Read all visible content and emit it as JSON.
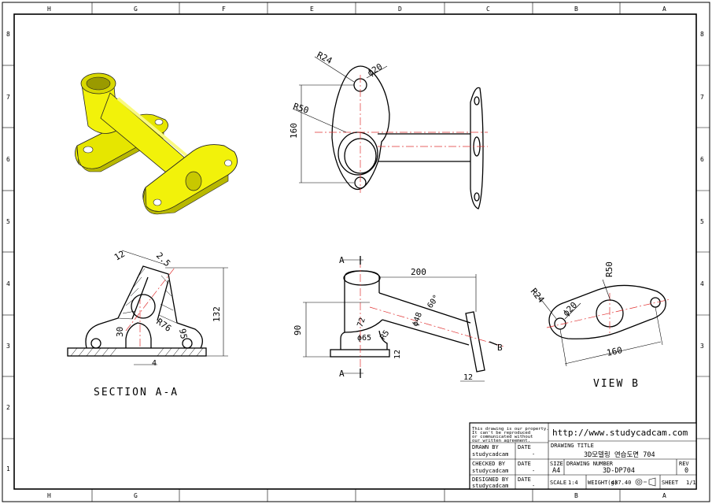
{
  "zones": {
    "columns": [
      "H",
      "G",
      "F",
      "E",
      "D",
      "C",
      "B",
      "A"
    ],
    "rows": [
      "8",
      "7",
      "6",
      "5",
      "4",
      "3",
      "2",
      "1"
    ]
  },
  "views": {
    "section_title": "SECTION A-A",
    "view_b_title": "VIEW B"
  },
  "dimensions": {
    "top_view": {
      "r24": "R24",
      "phi20": "ϕ20",
      "r50": "R50",
      "d160": "160"
    },
    "section": {
      "d12": "12",
      "d25": "2.5",
      "d30": "30",
      "r76": "R76",
      "d95": "95",
      "d4": "4",
      "d132": "132"
    },
    "front": {
      "a_top": "A",
      "a_bottom": "A",
      "d200": "200",
      "d90": "90",
      "r72": "72",
      "phi48": "ϕ48",
      "d60": "60°",
      "phi65": "ϕ65",
      "r5": "R5",
      "d12a": "12",
      "d12b": "12",
      "b_label": "B"
    },
    "view_b": {
      "r24": "R24",
      "phi20": "ϕ20",
      "r50": "R50",
      "d160": "160"
    }
  },
  "title_block": {
    "url": "http://www.studycadcam.com",
    "notice": [
      "This drawing is our property.",
      "It can't be reproduced",
      "or communicated without",
      "our written agreement."
    ],
    "drawing_title_label": "DRAWING TITLE",
    "drawing_title": "3D모델링 연습도면 704",
    "drawn_by_label": "DRAWN BY",
    "drawn_by": "studycadcam",
    "checked_by_label": "CHECKED BY",
    "checked_by": "studycadcam",
    "designed_by_label": "DESIGNED BY",
    "designed_by": "studycadcam",
    "date_label": "DATE",
    "date_value": "-",
    "size_label": "SIZE",
    "size": "A4",
    "drawing_number_label": "DRAWING NUMBER",
    "drawing_number": "3D-DP704",
    "rev_label": "REV",
    "rev": "0",
    "scale_label": "SCALE",
    "scale": "1:4",
    "weight_label": "WEIGHT(g)",
    "weight": "487.40",
    "sheet_label": "SHEET",
    "sheet": "1/1"
  },
  "colors": {
    "model": "#f2f20a",
    "centerline": "#e03030"
  }
}
